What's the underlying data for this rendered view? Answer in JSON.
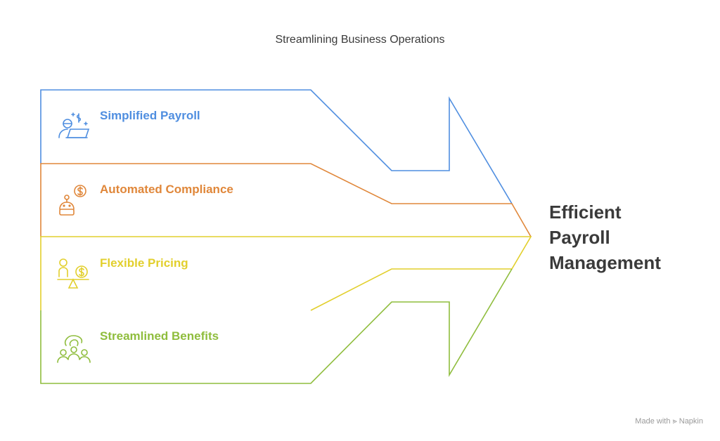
{
  "title": "Streamlining Business Operations",
  "items": [
    {
      "label": "Simplified Payroll",
      "color": "#4f8ee0",
      "icon": "payroll-laptop-icon"
    },
    {
      "label": "Automated Compliance",
      "color": "#e0873a",
      "icon": "robot-dollar-icon"
    },
    {
      "label": "Flexible Pricing",
      "color": "#e2cf2d",
      "icon": "scale-dollar-icon"
    },
    {
      "label": "Streamlined Benefits",
      "color": "#8fbd3d",
      "icon": "people-group-icon"
    }
  ],
  "result": {
    "line1": "Efficient",
    "line2": "Payroll",
    "line3": "Management"
  },
  "footer": "Made with ⪢ Napkin"
}
